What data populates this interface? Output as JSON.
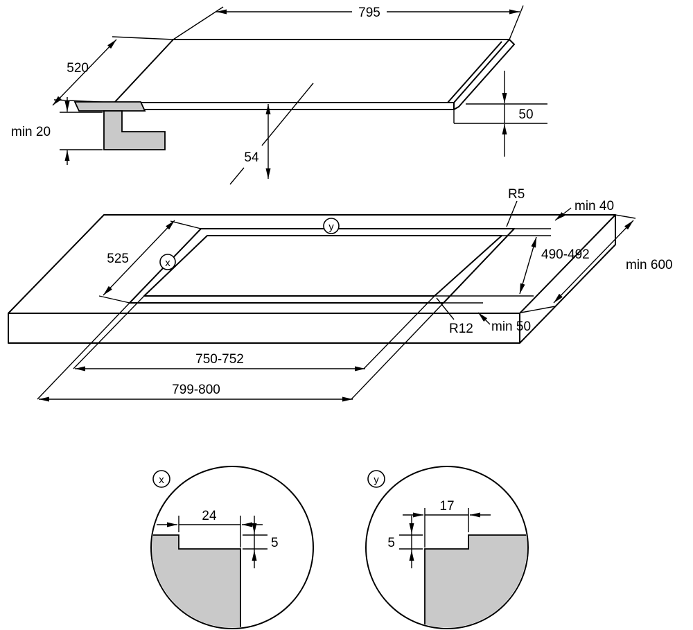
{
  "colors": {
    "background": "#ffffff",
    "line": "#000000",
    "shape_fill": "#c9c9c9"
  },
  "top_view": {
    "width": "795",
    "depth": "520",
    "height": "50",
    "below_worktop_depth": "54",
    "min_clearance_below": "min 20"
  },
  "cutout": {
    "outer_width": "799-800",
    "outer_depth": "525",
    "width": "750-752",
    "depth": "490-492",
    "radius_outer": "R5",
    "radius_inner": "R12",
    "min_back": "min 40",
    "min_front": "min 50",
    "min_worktop_depth": "min 600",
    "marker_x": "x",
    "marker_y": "y"
  },
  "detail_x": {
    "marker": "x",
    "ledge_width": "24",
    "ledge_depth": "5"
  },
  "detail_y": {
    "marker": "y",
    "ledge_width": "17",
    "ledge_depth": "5"
  }
}
